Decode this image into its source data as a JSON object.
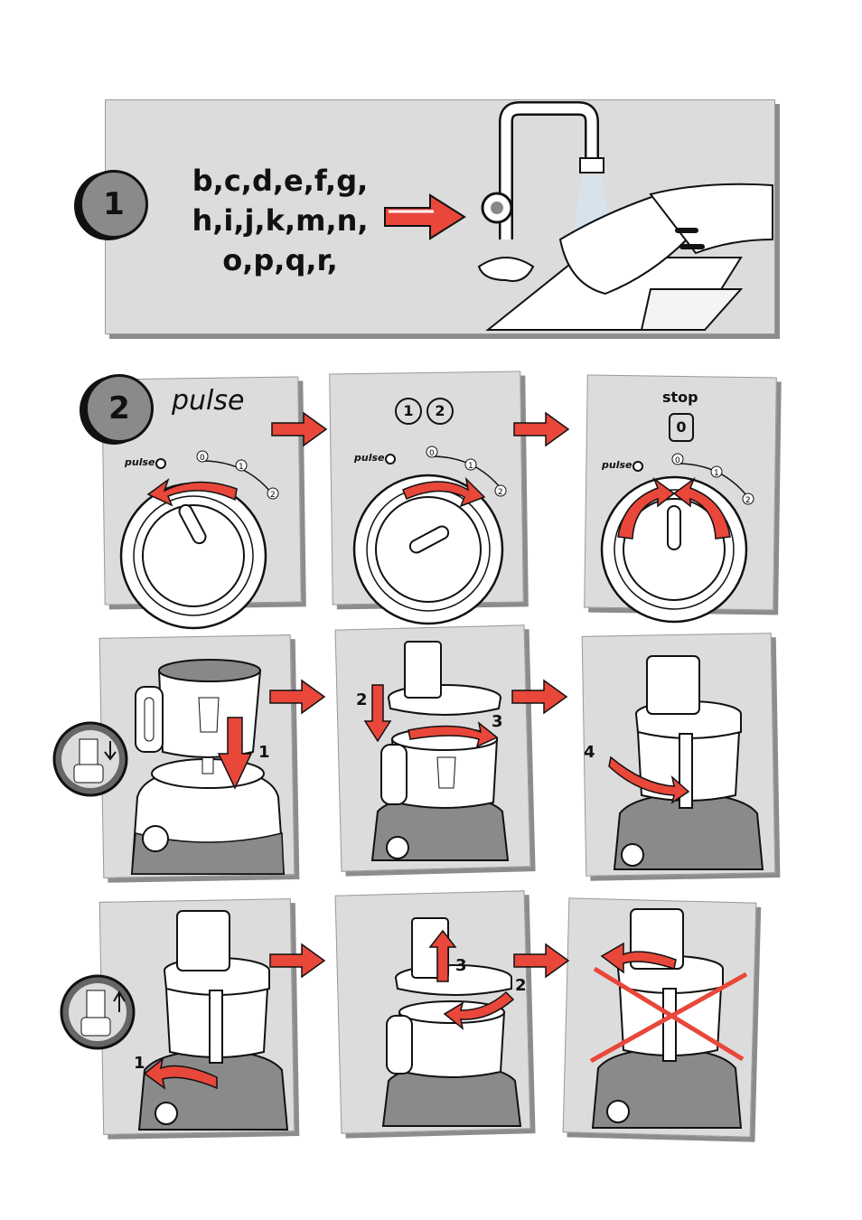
{
  "step1": {
    "badge": "1",
    "letters": [
      "b,c,d,e,f,g,",
      "h,i,j,k,m,n,",
      "o,p,q,r,"
    ]
  },
  "step2": {
    "badge": "2",
    "title": "pulse",
    "dial1_pulse": "pulse",
    "dial2_pulse": "pulse",
    "dial3_pulse": "pulse",
    "speeds_top": [
      "1",
      "2"
    ],
    "stop_label": "stop",
    "stop_value": "0",
    "dial_marks": [
      "0",
      "1",
      "2"
    ]
  },
  "assembly": {
    "step_numbers": [
      "1",
      "2",
      "3",
      "4"
    ],
    "removal_numbers": [
      "1",
      "2",
      "3"
    ]
  },
  "colors": {
    "accent": "#e8473a",
    "panel": "#dcdcdc",
    "shadow": "#8c8c8c"
  }
}
